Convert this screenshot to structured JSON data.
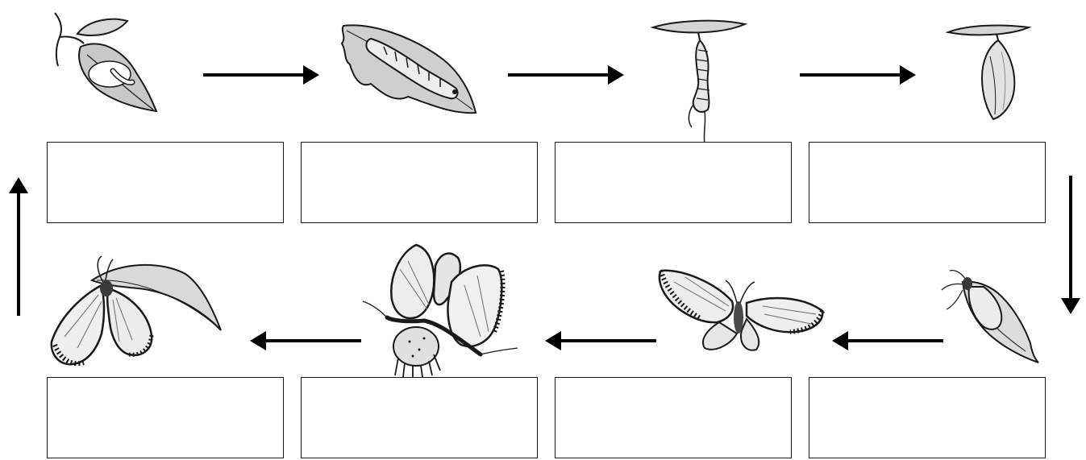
{
  "colors": {
    "stroke": "#1a1a1a",
    "fill_light": "#d9d9d9",
    "fill_mid": "#bdbdbd",
    "paper": "#ffffff"
  },
  "stages": [
    {
      "id": "egg-on-leaf",
      "icon": "egg-on-leaf-icon"
    },
    {
      "id": "caterpillar-eating-leaf",
      "icon": "caterpillar-on-leaf-icon"
    },
    {
      "id": "caterpillar-hanging-j",
      "icon": "hanging-caterpillar-icon"
    },
    {
      "id": "chrysalis",
      "icon": "chrysalis-icon"
    },
    {
      "id": "butterfly-emerging",
      "icon": "emerging-butterfly-icon"
    },
    {
      "id": "butterfly-flying",
      "icon": "flying-butterfly-icon"
    },
    {
      "id": "butterflies-mating",
      "icon": "mating-butterflies-icon"
    },
    {
      "id": "butterfly-laying-eggs",
      "icon": "egg-laying-butterfly-icon"
    }
  ],
  "answer_boxes": {
    "top": [
      "",
      "",
      "",
      ""
    ],
    "bottom": [
      "",
      "",
      "",
      ""
    ]
  }
}
